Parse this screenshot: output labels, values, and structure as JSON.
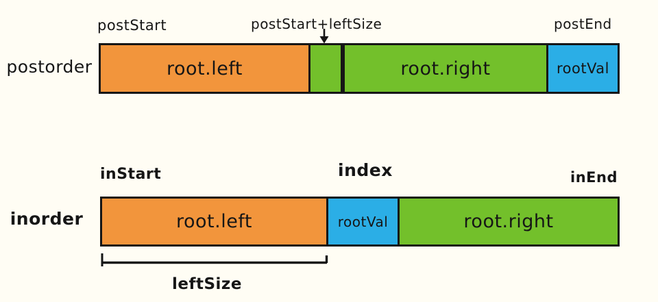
{
  "colors": {
    "background": "#FFFDF4",
    "orange": "#F2953C",
    "green": "#73C02B",
    "blue": "#2BAEE6",
    "outline": "#161616"
  },
  "postorder_row": {
    "row_label": "postorder",
    "pointer_labels": {
      "start": "postStart",
      "mid": "postStart+leftSize",
      "end": "postEnd"
    },
    "segments": {
      "left": "root.left",
      "gap": "",
      "right": "root.right",
      "root": "rootVal"
    }
  },
  "inorder_row": {
    "row_label": "inorder",
    "pointer_labels": {
      "start": "inStart",
      "mid": "index",
      "end": "inEnd"
    },
    "segments": {
      "left": "root.left",
      "root": "rootVal",
      "right": "root.right"
    },
    "measure_label": "leftSize"
  }
}
